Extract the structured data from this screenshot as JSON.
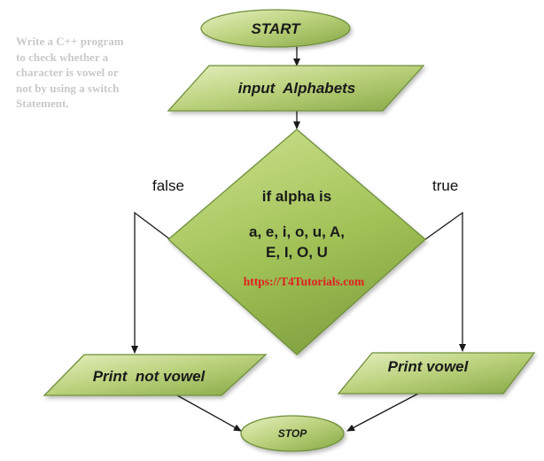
{
  "note": "Write a C++ program to check whether a character is vowel or not by using a switch Statement.",
  "nodes": {
    "start": "START",
    "input": "input  Alphabets",
    "decision_line1": "if alpha is",
    "decision_line2": "a, e, i, o, u, A,",
    "decision_line3": "E, I, O, U",
    "print_not_vowel": "Print  not vowel",
    "print_vowel": "Print vowel",
    "stop": "STOP"
  },
  "edges": {
    "false_label": "false",
    "true_label": "true"
  },
  "watermark": "https://T4Tutorials.com",
  "colors": {
    "fill_light": "#d9e8a9",
    "fill_dark": "#8fb04a",
    "stroke": "#6f8f3a",
    "arrow": "#1a1a1a",
    "watermark": "#e02020",
    "note": "#c9c9c9"
  }
}
